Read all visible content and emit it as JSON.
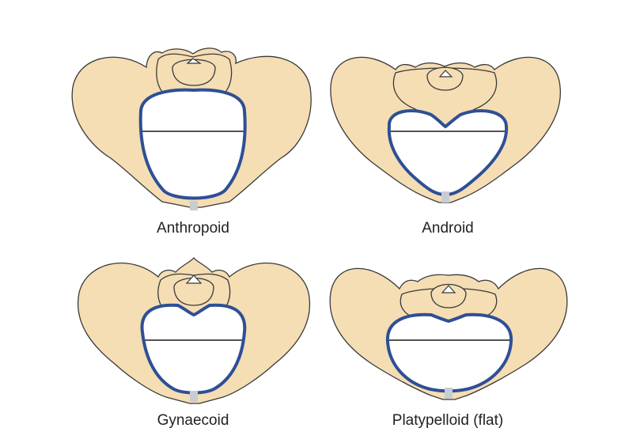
{
  "colors": {
    "bone_fill": "#f5ddb4",
    "bone_stroke": "#3a3a3a",
    "inlet_outline": "#2e4f96",
    "symphysis": "#c8cdd4",
    "background": "#ffffff"
  },
  "pelves": [
    {
      "label": "Anthropoid",
      "inlet_shape": "oval, long anteroposterior axis"
    },
    {
      "label": "Android",
      "inlet_shape": "heart-shaped"
    },
    {
      "label": "Gynaecoid",
      "inlet_shape": "round"
    },
    {
      "label": "Platypelloid (flat)",
      "inlet_shape": "wide transverse oval"
    }
  ]
}
